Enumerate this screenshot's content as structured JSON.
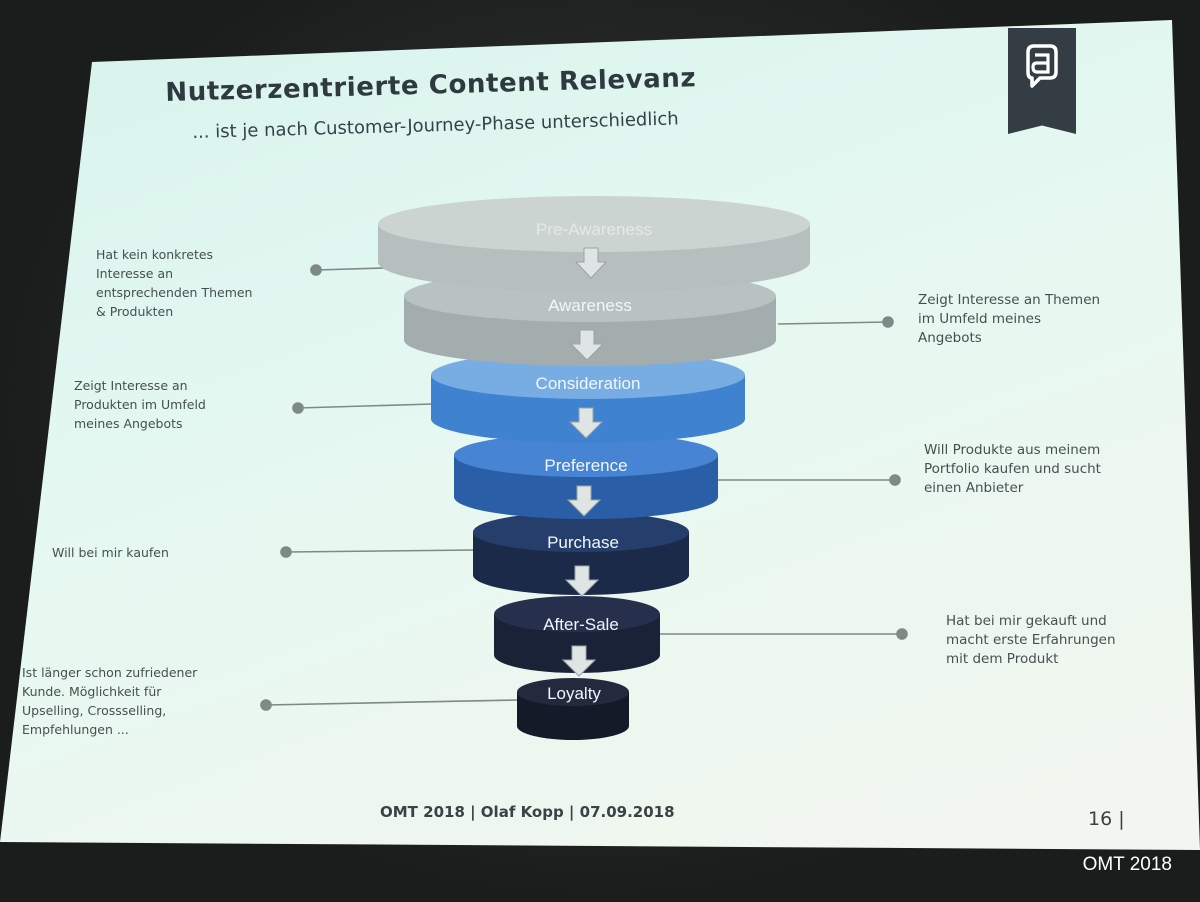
{
  "slide": {
    "title": "Nutzerzentrierte Content Relevanz",
    "subtitle": "... ist je nach Customer-Journey-Phase unterschiedlich",
    "footer": "OMT 2018 | Olaf Kopp | 07.09.2018",
    "page_number": "16 |"
  },
  "funnel": {
    "stages": [
      {
        "label": "Pre-Awareness",
        "color": "#c2cbc9"
      },
      {
        "label": "Awareness",
        "color": "#a9b5b6"
      },
      {
        "label": "Consideration",
        "color": "#6ea6de"
      },
      {
        "label": "Preference",
        "color": "#3f7fd0"
      },
      {
        "label": "Purchase",
        "color": "#223e70"
      },
      {
        "label": "After-Sale",
        "color": "#1f2b46"
      },
      {
        "label": "Loyalty",
        "color": "#1d2336"
      }
    ]
  },
  "notes": {
    "pre_awareness": "Hat kein konkretes\nInteresse an\nentsprechenden Themen\n& Produkten",
    "awareness": "Zeigt Interesse an Themen\nim Umfeld meines\nAngebots",
    "consideration": "Zeigt Interesse an\nProdukten im Umfeld\nmeines Angebots",
    "preference": "Will Produkte aus meinem\nPortfolio kaufen und sucht\neinen Anbieter",
    "purchase": "Will bei mir kaufen",
    "after_sale": "Hat bei mir gekauft und\nmacht erste Erfahrungen\nmit dem Produkt",
    "loyalty": "Ist länger schon zufriedener\nKunde. Möglichkeit für\nUpselling, Crossselling,\nEmpfehlungen ..."
  },
  "watermark": "OMT 2018",
  "icons": {
    "logo": "speech-bubble-a-icon",
    "arrow": "arrow-down-icon"
  }
}
